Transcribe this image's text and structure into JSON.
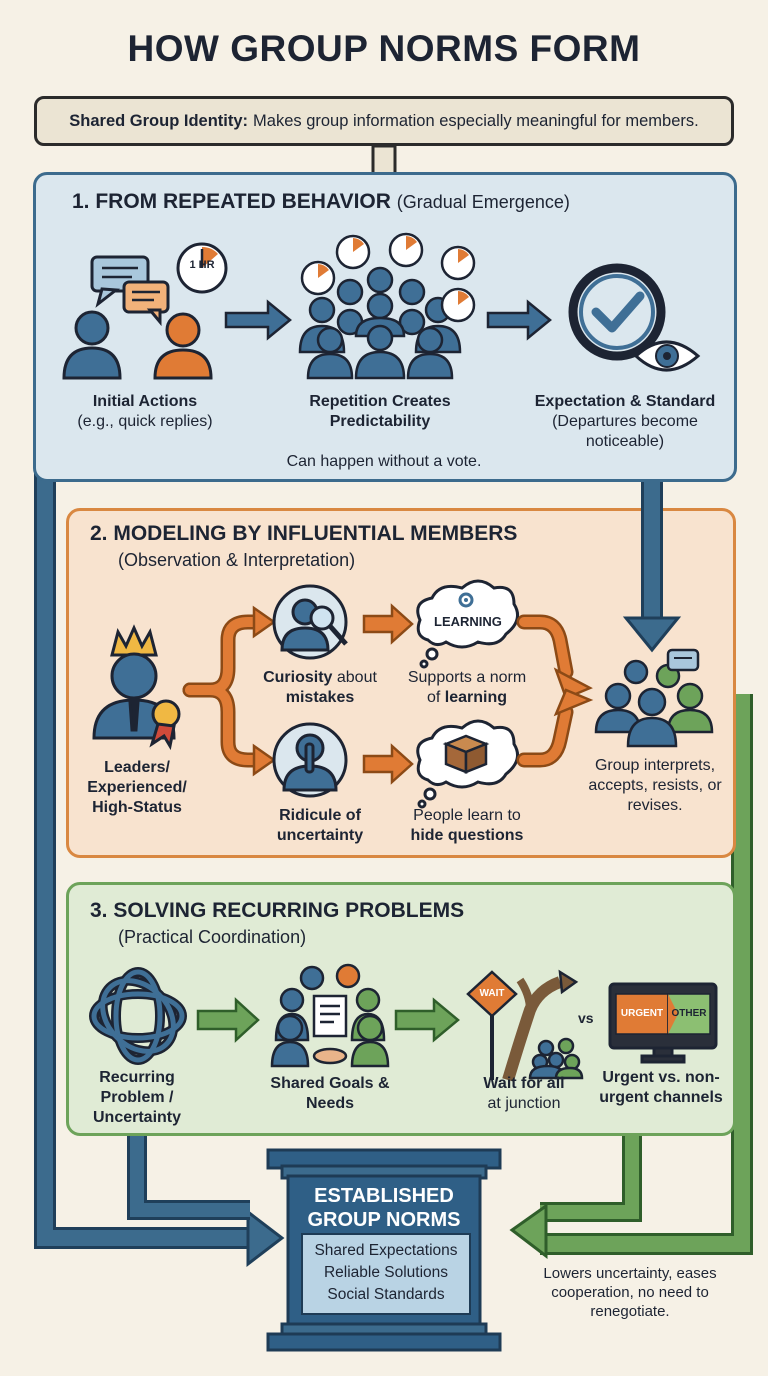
{
  "title": "HOW GROUP NORMS FORM",
  "identity": {
    "label": "Shared Group Identity:",
    "text": "Makes group information especially meaningful for members."
  },
  "section1": {
    "heading": "1. FROM REPEATED BEHAVIOR",
    "subheading": "(Gradual Emergence)",
    "clock_label": "1 HR",
    "steps": [
      {
        "title": "Initial Actions",
        "detail": "(e.g., quick replies)"
      },
      {
        "title": "Repetition Creates Predictability",
        "detail": ""
      },
      {
        "title": "Expectation & Standard",
        "detail": "(Departures become noticeable)"
      }
    ],
    "note": "Can happen without a vote."
  },
  "section2": {
    "heading": "2. MODELING BY INFLUENTIAL MEMBERS",
    "subheading": "(Observation & Interpretation)",
    "leader": "Leaders/ Experienced/ High-Status",
    "top_behavior_bold": "Curiosity",
    "top_behavior_rest": "about",
    "top_behavior_line2": "mistakes",
    "top_cloud": "LEARNING",
    "top_result_line1": "Supports a norm",
    "top_result_of": "of",
    "top_result_bold": "learning",
    "bottom_behavior_line1": "Ridicule of",
    "bottom_behavior_line2": "uncertainty",
    "bottom_result_line1": "People learn to",
    "bottom_result_line2": "hide questions",
    "group": "Group interprets, accepts, resists, or revises."
  },
  "section3": {
    "heading": "3. SOLVING RECURRING PROBLEMS",
    "subheading": "(Practical Coordination)",
    "steps": [
      {
        "title": "Recurring Problem / Uncertainty"
      },
      {
        "title": "Shared Goals & Needs"
      },
      {
        "title_line1": "Wait for all",
        "title_line2": "at junction"
      },
      {
        "title": "Urgent vs. non-urgent channels"
      }
    ],
    "sign_text": "WAIT",
    "vs": "vs",
    "monitor_left": "URGENT",
    "monitor_right": "OTHER"
  },
  "outcome": {
    "heading_line1": "ESTABLISHED",
    "heading_line2": "GROUP NORMS",
    "items": [
      "Shared Expectations",
      "Reliable Solutions",
      "Social Standards"
    ],
    "benefit": "Lowers uncertainty, eases cooperation, no need to renegotiate."
  },
  "colors": {
    "blue": "#3c6b8d",
    "orange": "#d98841",
    "green": "#6da35a",
    "blue_panel": "#dbe7ee",
    "orange_panel": "#f8e3cf",
    "green_panel": "#e0ebd5"
  }
}
